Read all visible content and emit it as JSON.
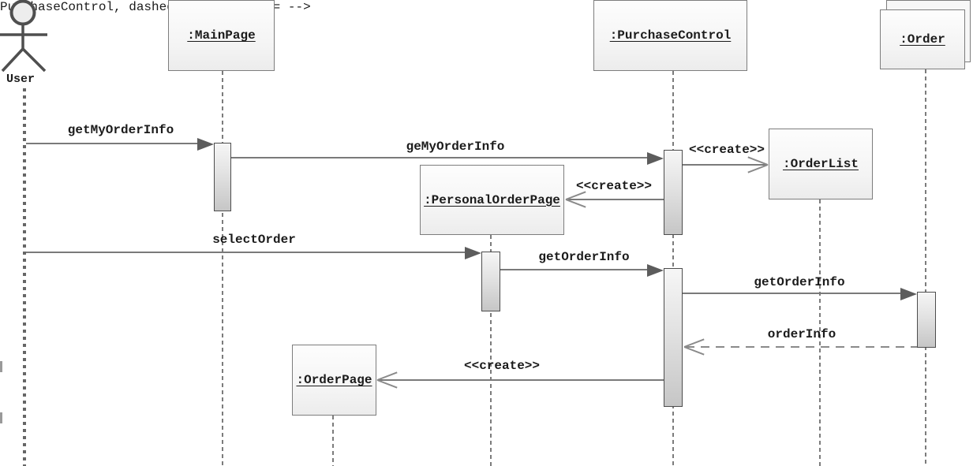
{
  "actor": {
    "label": "User"
  },
  "objects": {
    "mainpage": {
      "label": ":MainPage"
    },
    "purchasecontrol": {
      "label": ":PurchaseControl"
    },
    "order": {
      "label": ":Order"
    },
    "orderlist": {
      "label": ":OrderList"
    },
    "personalorderpage": {
      "label": ":PersonalOrderPage"
    },
    "orderpage": {
      "label": ":OrderPage"
    }
  },
  "messages": {
    "get_my_order_info": {
      "label": "getMyOrderInfo",
      "type": "synchronous-call",
      "from": "User",
      "to": ":MainPage"
    },
    "ge_my_order_info": {
      "label": "geMyOrderInfo",
      "type": "synchronous-call",
      "from": ":MainPage",
      "to": ":PurchaseControl"
    },
    "create_orderlist": {
      "label": "<<create>>",
      "type": "create",
      "from": ":PurchaseControl",
      "to": ":OrderList"
    },
    "create_personalorderpage": {
      "label": "<<create>>",
      "type": "create",
      "from": ":PurchaseControl",
      "to": ":PersonalOrderPage"
    },
    "select_order": {
      "label": "selectOrder",
      "type": "synchronous-call",
      "from": "User",
      "to": ":PersonalOrderPage"
    },
    "get_order_info_control": {
      "label": "getOrderInfo",
      "type": "synchronous-call",
      "from": ":PersonalOrderPage",
      "to": ":PurchaseControl"
    },
    "get_order_info_order": {
      "label": "getOrderInfo",
      "type": "synchronous-call",
      "from": ":PurchaseControl",
      "to": ":Order"
    },
    "order_info_return": {
      "label": "orderInfo",
      "type": "return",
      "from": ":Order",
      "to": ":PurchaseControl"
    },
    "create_orderpage": {
      "label": "<<create>>",
      "type": "create",
      "from": ":PurchaseControl",
      "to": ":OrderPage"
    }
  },
  "colors": {
    "line": "#7a7a7a",
    "box_border": "#7d7d7d",
    "text": "#1b1b1b"
  }
}
